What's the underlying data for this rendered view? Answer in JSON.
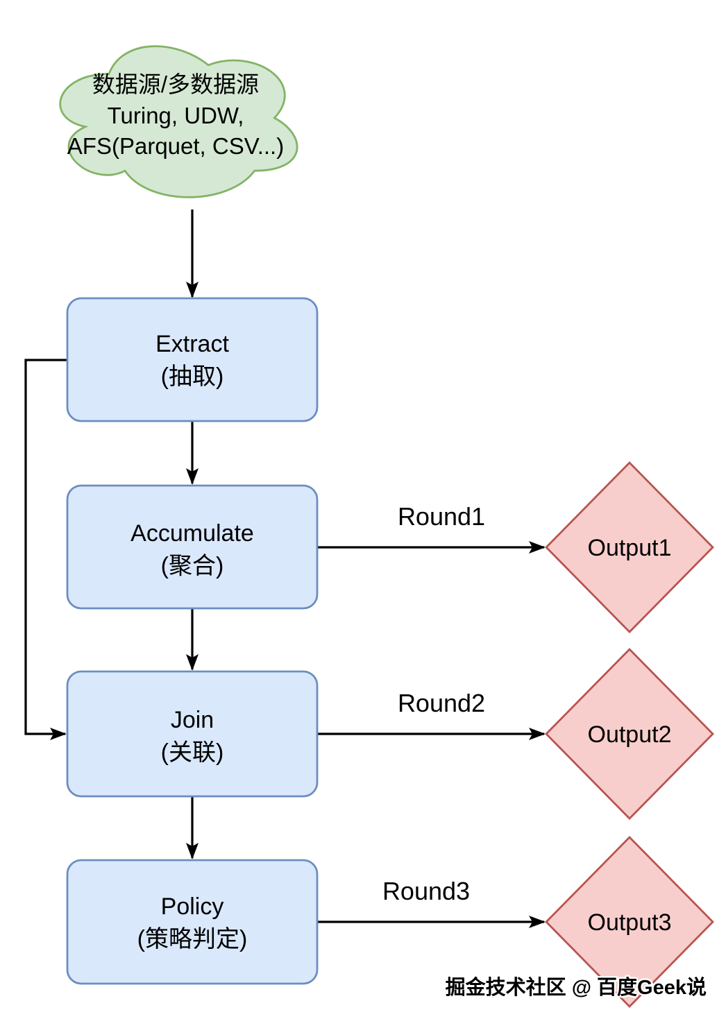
{
  "diagram": {
    "cloud": {
      "line1": "数据源/多数据源",
      "line2": "Turing, UDW,",
      "line3": "AFS(Parquet, CSV...)"
    },
    "nodes": [
      {
        "title": "Extract",
        "subtitle": "(抽取)"
      },
      {
        "title": "Accumulate",
        "subtitle": "(聚合)"
      },
      {
        "title": "Join",
        "subtitle": "(关联)"
      },
      {
        "title": "Policy",
        "subtitle": "(策略判定)"
      }
    ],
    "outputs": [
      {
        "label": "Output1"
      },
      {
        "label": "Output2"
      },
      {
        "label": "Output3"
      }
    ],
    "rounds": [
      {
        "label": "Round1"
      },
      {
        "label": "Round2"
      },
      {
        "label": "Round3"
      }
    ],
    "watermark": "掘金技术社区 @ 百度Geek说",
    "colors": {
      "cloud_fill": "#d5e8d4",
      "cloud_stroke": "#82b366",
      "process_fill": "#dae8fc",
      "process_stroke": "#6c8ebf",
      "output_fill": "#f8cecc",
      "output_stroke": "#b85450",
      "arrow": "#000000",
      "text": "#000000",
      "watermark": "#9b9b9b"
    }
  }
}
